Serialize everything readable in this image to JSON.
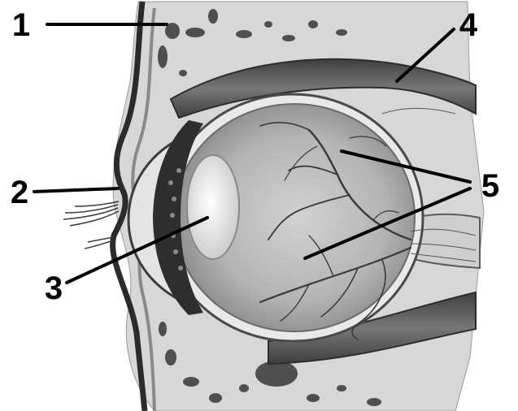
{
  "diagram": {
    "type": "anatomical cross-section",
    "callouts": [
      {
        "id": "1",
        "text": "1"
      },
      {
        "id": "2",
        "text": "2"
      },
      {
        "id": "3",
        "text": "3"
      },
      {
        "id": "4",
        "text": "4"
      },
      {
        "id": "5",
        "text": "5"
      }
    ]
  },
  "colors": {
    "background": "#ffffff",
    "bone_light": "#d9d9d9",
    "bone_pore": "#4a4a4a",
    "tissue": "#e6e6e6",
    "muscle": "#5a5a5a",
    "eyeball": "#bdbdbd",
    "eyeball_dark": "#7a7a7a",
    "lens": "#f2f2f2",
    "ink": "#000000"
  }
}
